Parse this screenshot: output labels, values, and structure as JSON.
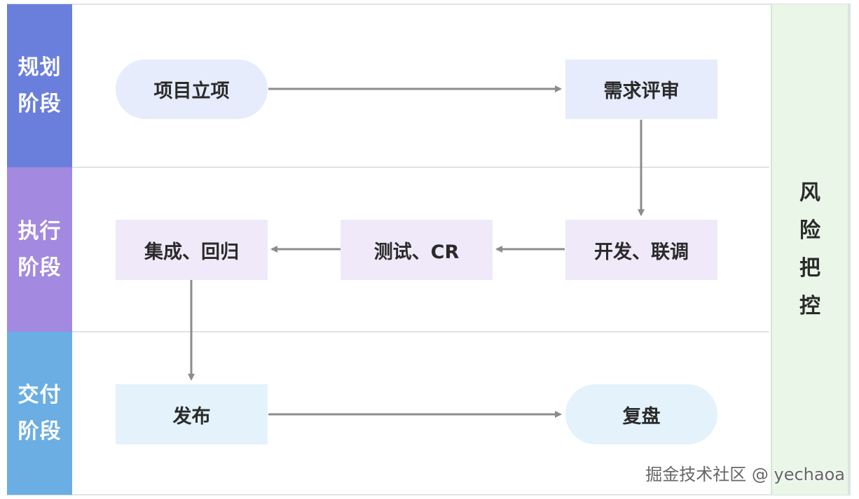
{
  "lanes": [
    {
      "label": "规划阶段",
      "color": "#6a7fdc"
    },
    {
      "label": "执行阶段",
      "color": "#a389df"
    },
    {
      "label": "交付阶段",
      "color": "#6aaee3"
    }
  ],
  "nodes": {
    "project_init": {
      "label": "项目立项",
      "shape": "pill",
      "fill": "#e6ecfb"
    },
    "req_review": {
      "label": "需求评审",
      "shape": "rect",
      "fill": "#e6ecfb"
    },
    "dev_joint": {
      "label": "开发、联调",
      "shape": "rect",
      "fill": "#efe9fa"
    },
    "test_cr": {
      "label": "测试、CR",
      "shape": "rect",
      "fill": "#efe9fa"
    },
    "integrate_regress": {
      "label": "集成、回归",
      "shape": "rect",
      "fill": "#efe9fa"
    },
    "release": {
      "label": "发布",
      "shape": "rect",
      "fill": "#e3f2fb"
    },
    "retro": {
      "label": "复盘",
      "shape": "pill",
      "fill": "#e3f2fb"
    }
  },
  "edges": [
    {
      "from": "project_init",
      "to": "req_review"
    },
    {
      "from": "req_review",
      "to": "dev_joint"
    },
    {
      "from": "dev_joint",
      "to": "test_cr"
    },
    {
      "from": "test_cr",
      "to": "integrate_regress"
    },
    {
      "from": "integrate_regress",
      "to": "release"
    },
    {
      "from": "release",
      "to": "retro"
    }
  ],
  "risk_panel": {
    "label": "风险把控"
  },
  "watermark": "掘金技术社区 @ yechaoa",
  "colors": {
    "arrow": "#8c8c8c",
    "border": "#e2e3e6",
    "text": "#2a2a2a"
  }
}
